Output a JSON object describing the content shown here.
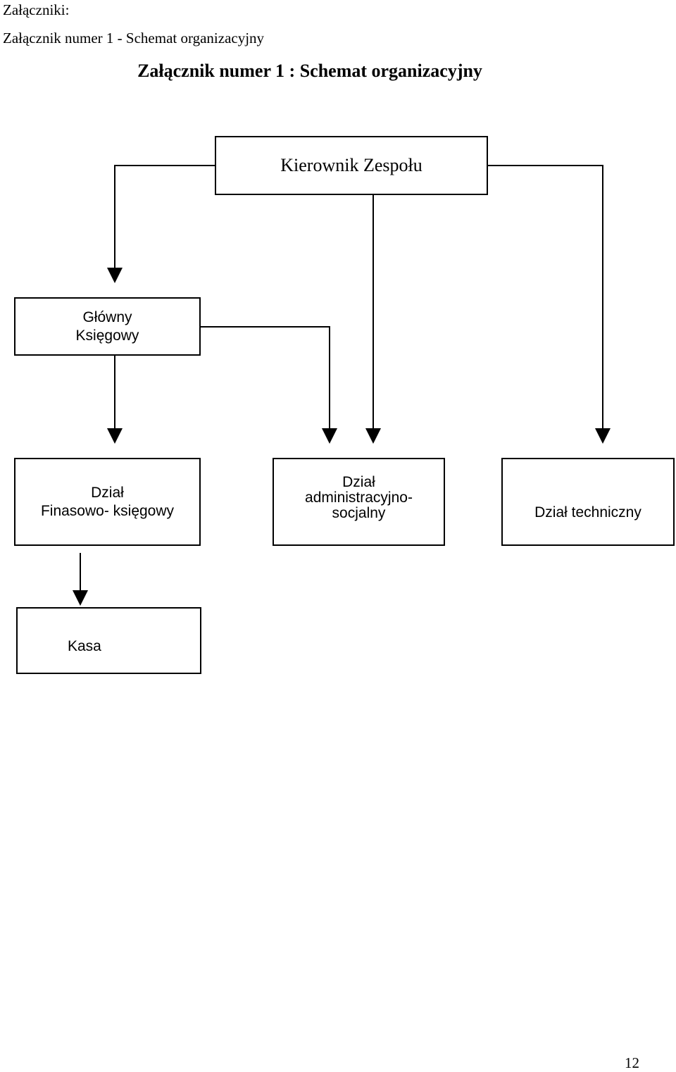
{
  "attachments_header": "Załączniki:",
  "attachment_line": "Załącznik numer 1 - Schemat organizacyjny",
  "title": "Załącznik numer 1 : Schemat organizacyjny",
  "nodes": {
    "kierownik": "Kierownik Zespołu",
    "ksiegowy": "Główny\nKsięgowy",
    "finansowy": "Dział\nFinasowo- księgowy",
    "administracyjny": "Dział\nadministracyjno-\nsocjalny",
    "techniczny": "Dział techniczny",
    "kasa": "Kasa"
  },
  "page_number": "12"
}
